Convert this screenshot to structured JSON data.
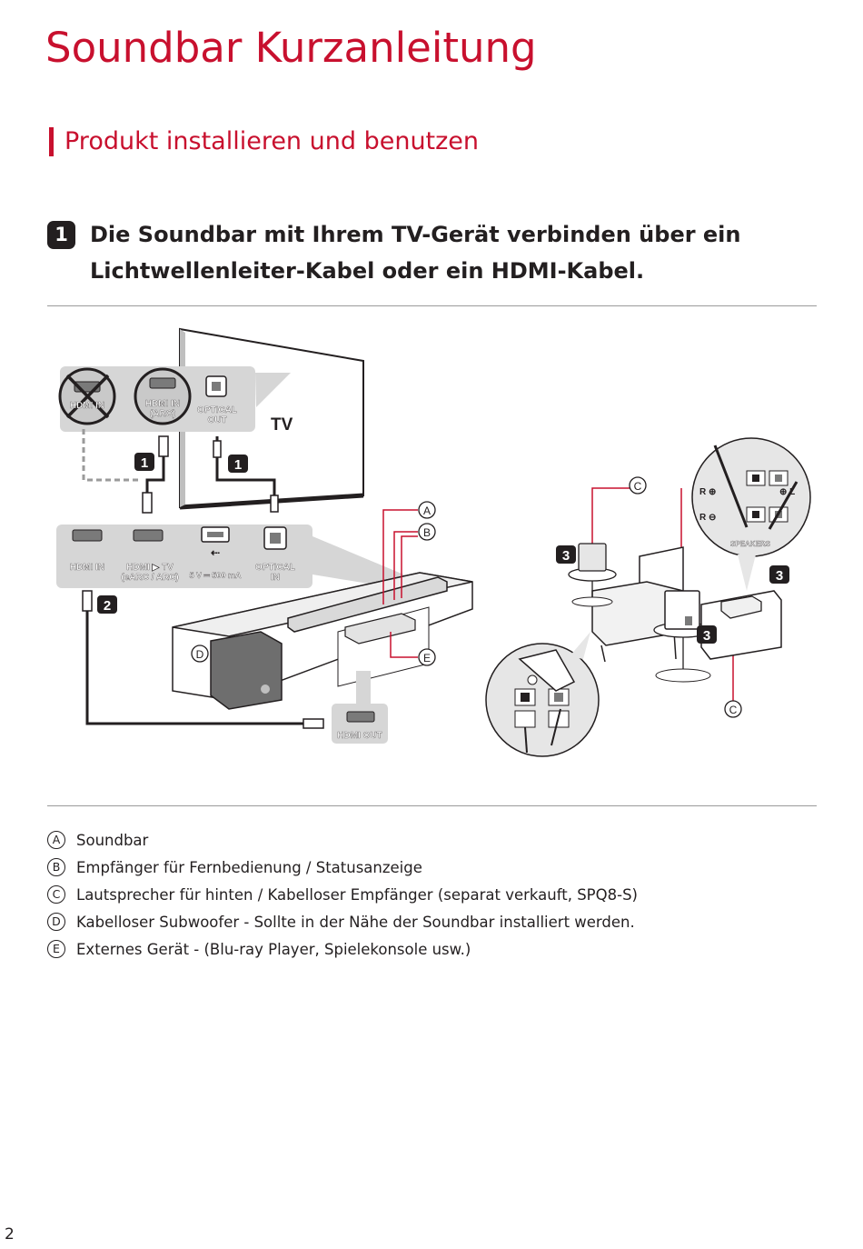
{
  "title": "Soundbar Kurzanleitung",
  "section": "Produkt installieren und benutzen",
  "step": {
    "number": "1",
    "line1": "Die Soundbar mit Ihrem TV-Gerät verbinden über ein",
    "line2": "Lichtwellenleiter-Kabel oder ein HDMI-Kabel."
  },
  "diagram": {
    "tv_label": "TV",
    "tv_ports": {
      "hdmi_in": "HDMI IN",
      "hdmi_arc_1": "HDMI IN",
      "hdmi_arc_2": "(ARC)",
      "optical_1": "OPTICAL",
      "optical_2": "OUT"
    },
    "bar_ports": {
      "hdmi_in": "HDMI IN",
      "hdmi_tv_1": "HDMI ▶ TV",
      "hdmi_tv_2": "(eARC / ARC)",
      "usb_power": "5 V ═ 500 mA",
      "optical_1": "OPTICAL",
      "optical_2": "IN"
    },
    "device_port": "HDMI OUT",
    "speakers_label": "SPEAKERS",
    "terminals": {
      "r_plus": "R ⊕",
      "r_minus": "R ⊖",
      "l_plus": "⊕ L"
    },
    "steps": {
      "one": "1",
      "two": "2",
      "three": "3"
    },
    "callouts": {
      "a": "A",
      "b": "B",
      "c": "C",
      "d": "D",
      "e": "E"
    }
  },
  "legend": [
    {
      "key": "A",
      "text": "Soundbar"
    },
    {
      "key": "B",
      "text": "Empfänger für Fernbedienung / Statusanzeige"
    },
    {
      "key": "C",
      "text": "Lautsprecher für hinten / Kabelloser Empfänger (separat verkauft, SPQ8-S)"
    },
    {
      "key": "D",
      "text": "Kabelloser Subwoofer - Sollte in der Nähe der Soundbar installiert werden."
    },
    {
      "key": "E",
      "text": "Externes Gerät - (Blu-ray Player, Spielekonsole usw.)"
    }
  ],
  "page_number": "2",
  "colors": {
    "accent": "#c8102e",
    "text": "#231f20",
    "panel": "#d6d6d6"
  }
}
